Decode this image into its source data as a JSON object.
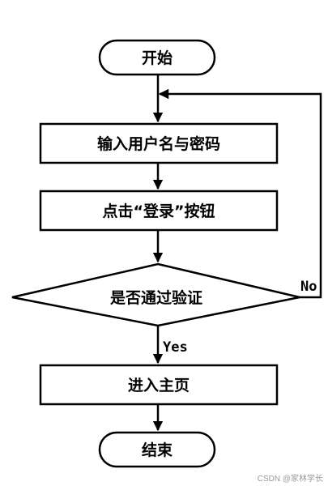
{
  "flowchart": {
    "start": "开始",
    "input": "输入用户名与密码",
    "click": "点击“登录”按钮",
    "decision": "是否通过验证",
    "yes_label": "Yes",
    "no_label": "No",
    "enter": "进入主页",
    "end": "结束"
  },
  "watermark": "CSDN @家林学长"
}
